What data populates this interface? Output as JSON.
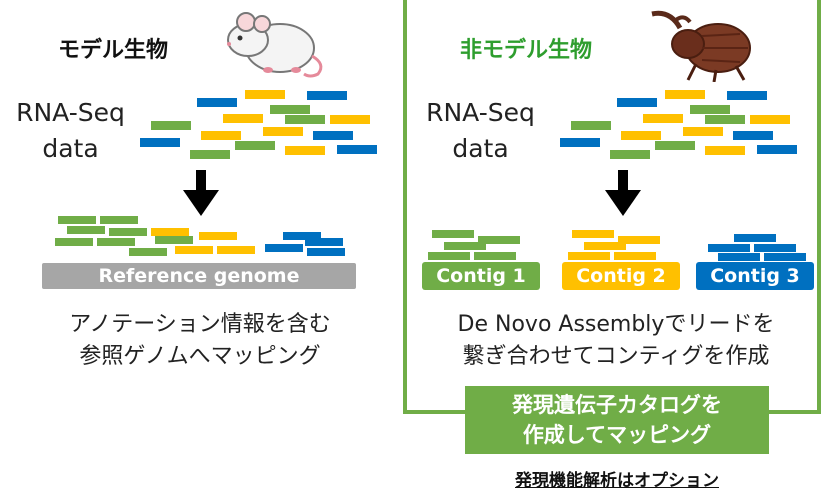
{
  "left_panel": {
    "title": "モデル生物",
    "rnaseq_line1": "RNA-Seq",
    "rnaseq_line2": "data",
    "reference_label": "Reference genome",
    "caption_line1": "アノテーション情報を含む",
    "caption_line2": "参照ゲノムへマッピング"
  },
  "right_panel": {
    "title": "非モデル生物",
    "rnaseq_line1": "RNA-Seq",
    "rnaseq_line2": "data",
    "contigs": [
      "Contig 1",
      "Contig 2",
      "Contig 3"
    ],
    "caption_line1": "De Novo Assemblyでリードを",
    "caption_line2": "繋ぎ合わせてコンティグを作成",
    "callout_line1": "発現遺伝子カタログを",
    "callout_line2": "作成してマッピング",
    "footnote": "発現機能解析はオプション"
  },
  "colors": {
    "green": "#70ad47",
    "yellow": "#ffc000",
    "blue": "#0070c0",
    "gray": "#a6a6a6",
    "title_green": "#2e9e2e"
  },
  "icons": [
    "mouse-icon",
    "beetle-icon",
    "down-arrow-icon"
  ]
}
